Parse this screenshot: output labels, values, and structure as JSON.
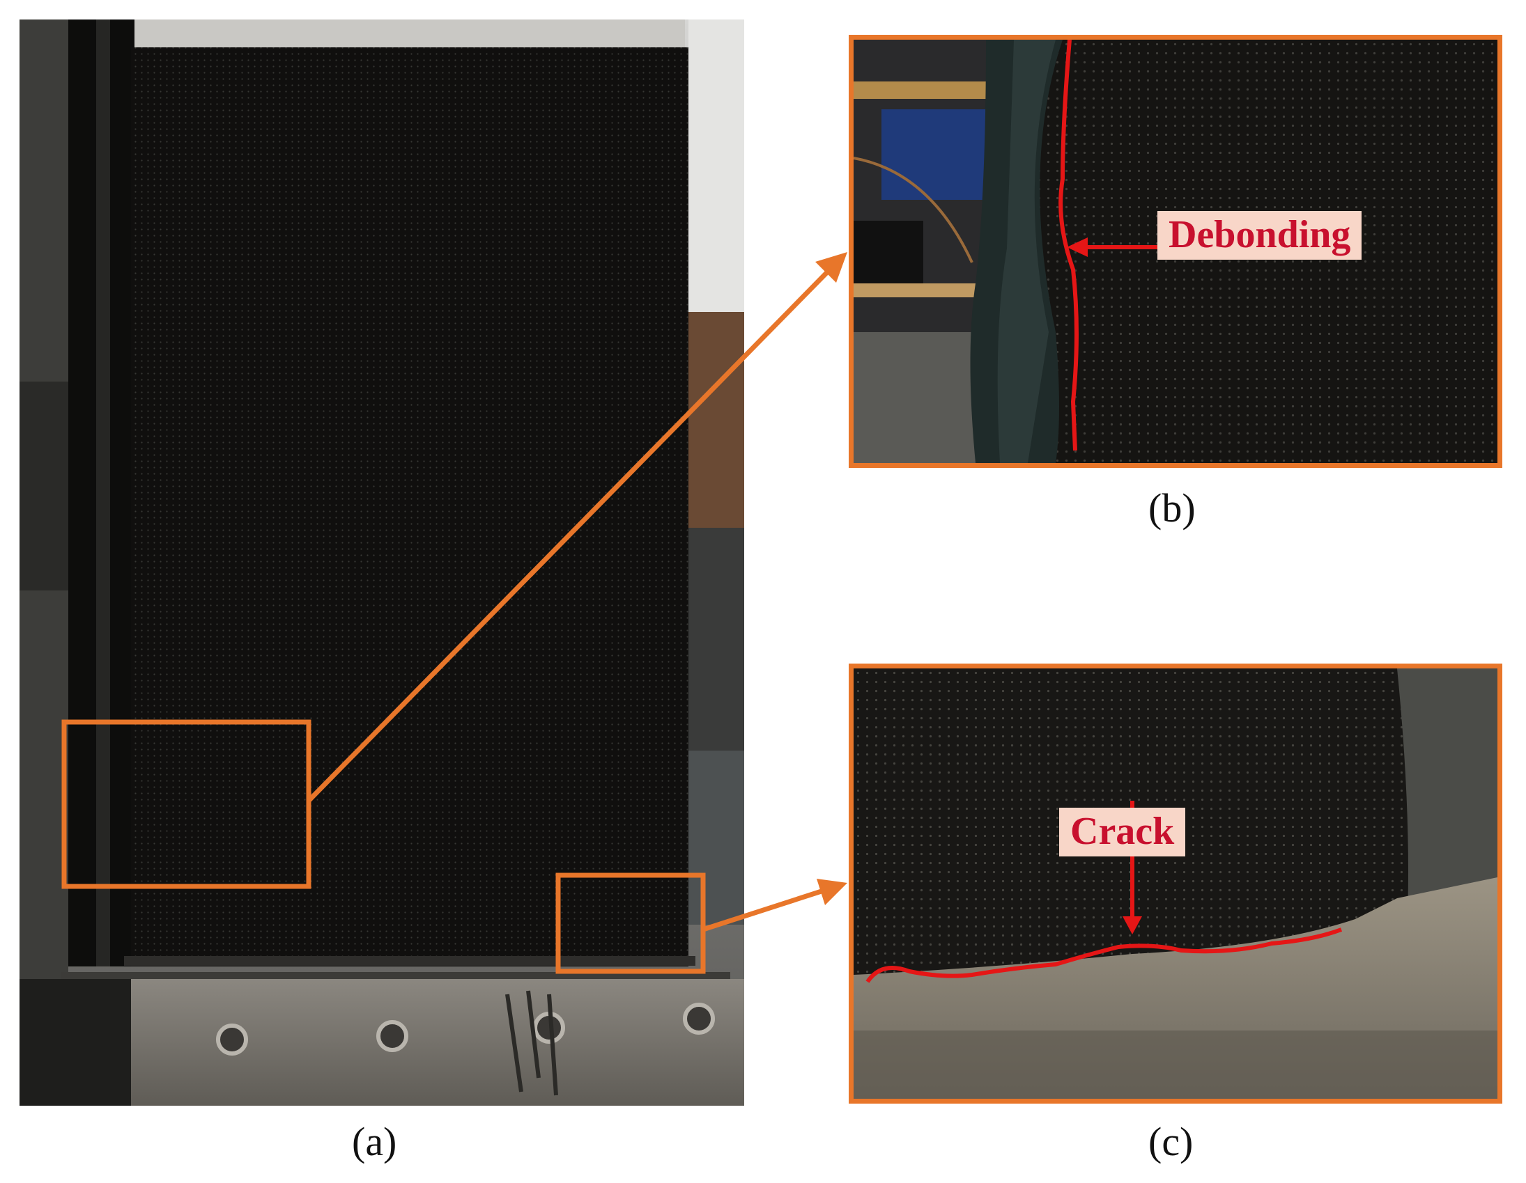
{
  "captions": {
    "a": "(a)",
    "b": "(b)",
    "c": "(c)"
  },
  "callouts": {
    "debonding": "Debonding",
    "crack": "Crack"
  },
  "colors": {
    "highlight_orange": "#e8762a",
    "marker_red": "#e51616",
    "label_bg": "#f8d6c8",
    "label_text": "#c8102e",
    "cfrp_black": "#1a1917"
  }
}
